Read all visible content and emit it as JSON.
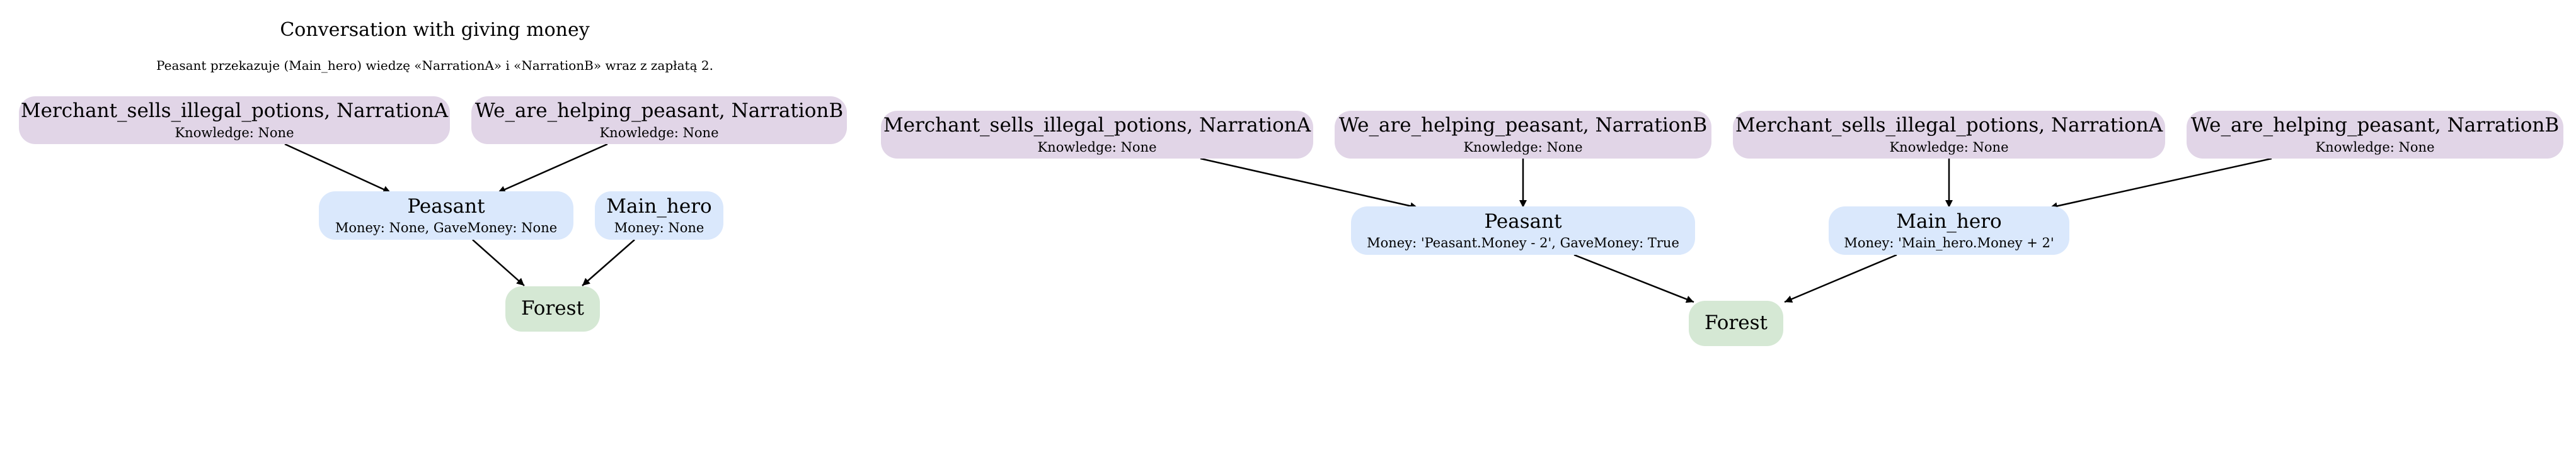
{
  "title": "Conversation with giving money",
  "subtitle": "Peasant przekazuje (Main_hero) wiedzę «NarrationA» i «NarrationB» wraz z zapłatą 2.",
  "colors": {
    "knowledge": "#e1d5e7",
    "character": "#dae8fc",
    "location": "#d5e8d4",
    "edge": "#000000"
  },
  "before": {
    "knowledge_a": {
      "name": "Merchant_sells_illegal_potions, NarrationA",
      "attr": "Knowledge: None"
    },
    "knowledge_b": {
      "name": "We_are_helping_peasant, NarrationB",
      "attr": "Knowledge: None"
    },
    "peasant": {
      "name": "Peasant",
      "attr": "Money: None, GaveMoney: None"
    },
    "main_hero": {
      "name": "Main_hero",
      "attr": "Money: None"
    },
    "forest": {
      "name": "Forest"
    }
  },
  "after": {
    "knowledge_a1": {
      "name": "Merchant_sells_illegal_potions, NarrationA",
      "attr": "Knowledge: None"
    },
    "knowledge_b1": {
      "name": "We_are_helping_peasant, NarrationB",
      "attr": "Knowledge: None"
    },
    "knowledge_a2": {
      "name": "Merchant_sells_illegal_potions, NarrationA",
      "attr": "Knowledge: None"
    },
    "knowledge_b2": {
      "name": "We_are_helping_peasant, NarrationB",
      "attr": "Knowledge: None"
    },
    "peasant": {
      "name": "Peasant",
      "attr": "Money: 'Peasant.Money - 2', GaveMoney: True"
    },
    "main_hero": {
      "name": "Main_hero",
      "attr": "Money: 'Main_hero.Money + 2'"
    },
    "forest": {
      "name": "Forest"
    }
  }
}
